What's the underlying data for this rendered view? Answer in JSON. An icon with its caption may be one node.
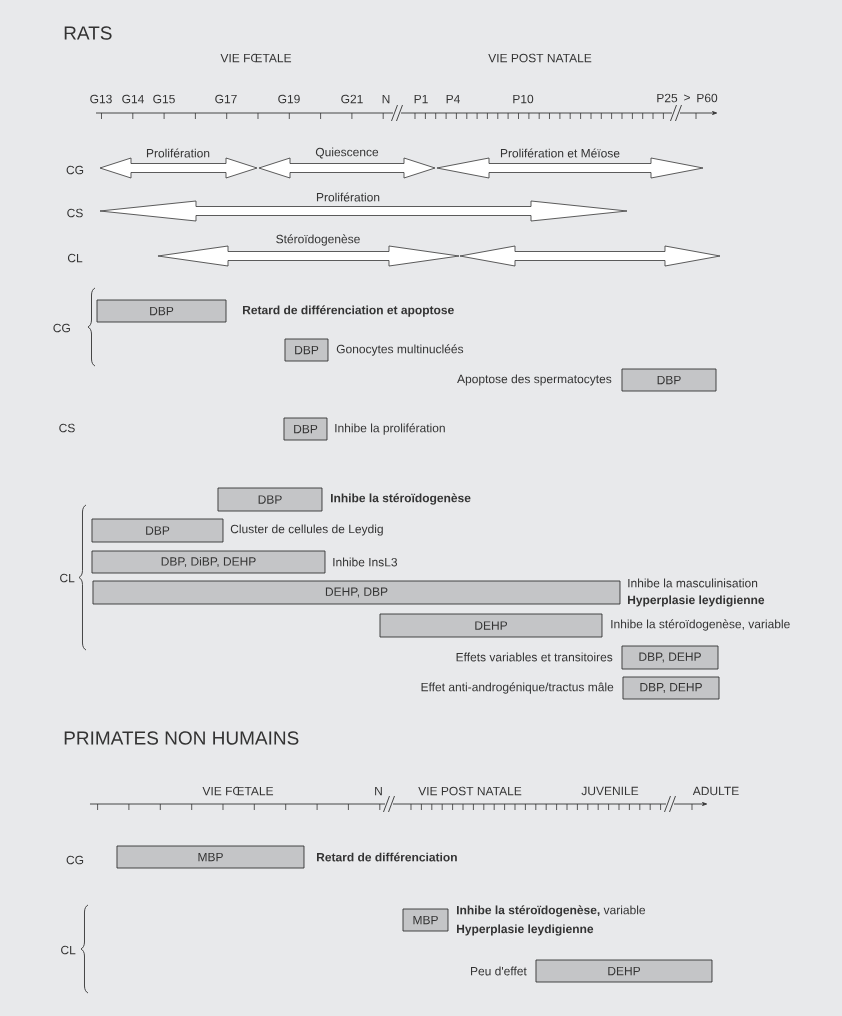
{
  "diagram": {
    "nodes": [
      {
        "text": [
          "Prolifération"
        ]
      },
      {
        "text": [
          "Quiescence"
        ]
      },
      {
        "text": [
          "Prolifération et Méïose"
        ]
      },
      {
        "text": [
          "Prolifération"
        ]
      },
      {
        "text": [
          "Stéroïdogenèse"
        ]
      },
      {
        "text": [],
        "shape": "arrow"
      },
      {
        "text": [
          "DBP"
        ],
        "beside": [
          "Retard de différenciation et apoptose"
        ]
      },
      {
        "text": [
          "DBP"
        ],
        "beside": [
          "Gonocytes multinucléés"
        ]
      },
      {
        "text": [
          "DBP"
        ],
        "beside": [
          "Apoptose des spermatocytes"
        ]
      },
      {
        "text": [
          "DBP"
        ],
        "beside": [
          "Inhibe la prolifération"
        ]
      },
      {
        "text": [
          "DBP"
        ],
        "beside": [
          "Inhibe la stéroïdogenèse"
        ]
      },
      {
        "text": [
          "DBP"
        ],
        "beside": [
          "Cluster de cellules de Leydig"
        ]
      },
      {
        "text": [
          "DBP, DiBP, DEHP"
        ],
        "beside": [
          "Inhibe InsL3"
        ]
      },
      {
        "text": [
          "DEHP, DBP"
        ],
        "beside": [
          "Inhibe la masculinisation",
          "Hyperplasie leydigienne"
        ]
      },
      {
        "text": [
          "DEHP"
        ],
        "beside": [
          "Inhibe la stéroïdogenèse, variable"
        ]
      },
      {
        "text": [
          "DBP, DEHP"
        ],
        "beside": [
          "Effets variables et transitoires"
        ]
      },
      {
        "text": [
          "DBP, DEHP"
        ],
        "beside": [
          "Effet anti-androgénique/tractus mâle"
        ]
      },
      {
        "text": [
          "MBP"
        ],
        "beside": [
          "Retard de différenciation"
        ]
      },
      {
        "text": [
          "MBP"
        ],
        "beside": [
          "**Inhibe la stéroïdogenèse,** variable",
          "Hyperplasie leydigienne"
        ]
      },
      {
        "text": [
          "DEHP"
        ],
        "beside": [
          "Peu d'effet"
        ]
      }
    ],
    "labels": [
      "RATS",
      "VIE FŒTALE",
      "VIE POST NATALE",
      "G13",
      "G14",
      "G15",
      "G17",
      "G19",
      "G21",
      "N",
      "P1",
      "P4",
      "P10",
      "P25",
      ">",
      "P60",
      "CG",
      "CS",
      "CL",
      "CG",
      "CS",
      "CL",
      "PRIMATES NON HUMAINS",
      "VIE FŒTALE",
      "N",
      "VIE POST NATALE",
      "JUVENILE",
      "ADULTE",
      "CG",
      "CL"
    ]
  }
}
